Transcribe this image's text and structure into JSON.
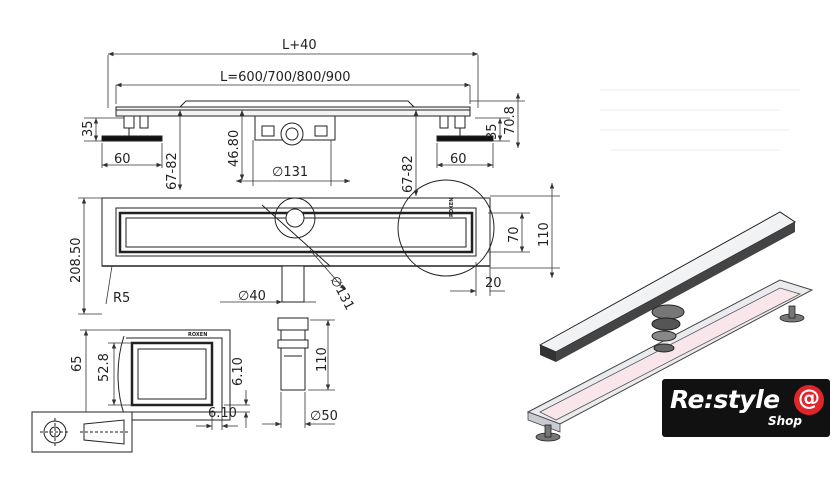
{
  "drawing": {
    "top_view": {
      "overall_length": "L+40",
      "lengths": "L=600/700/800/900",
      "foot_width_left": "60",
      "foot_width_right": "60",
      "foot_height_left": "35",
      "foot_height_right": "35",
      "total_height": "70.8",
      "adjust_left": "67-82",
      "adjust_right": "67-82",
      "outlet_height": "46.80",
      "trap_diameter": "∅131"
    },
    "plan_view": {
      "width": "208.50",
      "radius": "R5",
      "outlet_diameter": "∅40",
      "trap_diameter": "∅131",
      "inner_width": "70",
      "outer_width": "110",
      "edge": "20",
      "brand_mark": "ROXEN"
    },
    "detail_view": {
      "height": "65",
      "inner_height": "52.8",
      "edge_vertical": "6.10",
      "edge_horizontal": "6.10",
      "brand_mark": "ROXEN"
    },
    "pipe_view": {
      "length": "110",
      "diameter": "∅50"
    }
  },
  "logo": {
    "main": "Re:style",
    "at": "@",
    "sub": "Shop"
  }
}
